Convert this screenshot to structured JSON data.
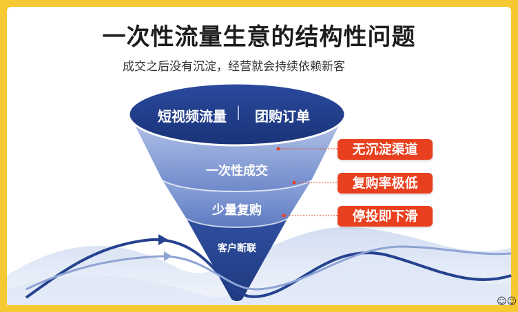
{
  "title": "一次性流量生意的结构性问题",
  "subtitle": "成交之后没有沉淀，经营就会持续依赖新客",
  "funnel": {
    "top_left": "短视频流量",
    "top_divider": "|",
    "top_right": "团购订单",
    "level2": "一次性成交",
    "level3": "少量复购",
    "level4": "客户断联"
  },
  "badges": [
    "无沉淀渠道",
    "复购率极低",
    "停投即下滑"
  ],
  "colors": {
    "funnel_top": "#1f3d8a",
    "funnel_light": "#8aa2d6",
    "funnel_mid": "#6d88c8",
    "funnel_dark": "#2b4a9a",
    "badge": "#e8401f",
    "frame": "#f6c933"
  },
  "corner_icon": "smiley-faces-icon"
}
